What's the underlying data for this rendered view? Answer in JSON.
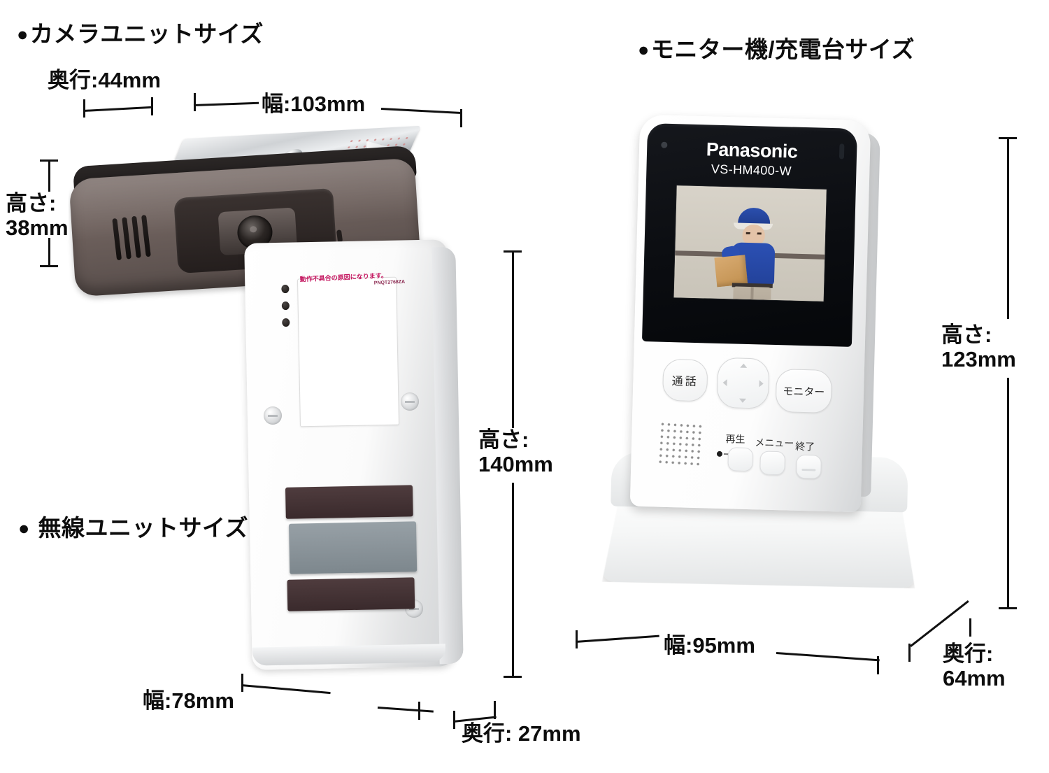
{
  "sections": {
    "camera_unit": {
      "heading_bullet": "●",
      "heading": "カメラユニットサイズ",
      "dimensions": {
        "depth": "奥行:44mm",
        "width": "幅:103mm",
        "height_label": "高さ:",
        "height_value": "38mm"
      }
    },
    "wireless_unit": {
      "heading_bullet": "●",
      "heading": "無線ユニットサイズ",
      "dimensions": {
        "height_label": "高さ:",
        "height_value": "140mm",
        "width": "幅:78mm",
        "depth": "奥行: 27mm"
      },
      "warning_label": {
        "text": "動作不具合の原因になります。",
        "code": "PNQT2768ZA"
      }
    },
    "monitor_unit": {
      "heading_bullet": "●",
      "heading": "モニター機/充電台サイズ",
      "dimensions": {
        "height_label": "高さ:",
        "height_value": "123mm",
        "width": "幅:95mm",
        "depth_label": "奥行:",
        "depth_value": "64mm"
      },
      "device": {
        "brand": "Panasonic",
        "model": "VS-HM400-W",
        "buttons": {
          "talk": "通話",
          "monitor": "モニター",
          "play": "再生",
          "menu": "メニュー",
          "end": "終了"
        }
      }
    }
  },
  "colors": {
    "text": "#0d0d0d",
    "camera_body": "#6e615d",
    "camera_cap": "#191616",
    "bracket_silver": "#cfd2d5",
    "panel_dark": "#3a2a2c",
    "panel_gray": "#7d878d",
    "bezel_black": "#0b0d11",
    "uniform_blue": "#2b50b4",
    "box_brown": "#c1904f",
    "warning_red": "#c4145e",
    "background": "#ffffff"
  }
}
